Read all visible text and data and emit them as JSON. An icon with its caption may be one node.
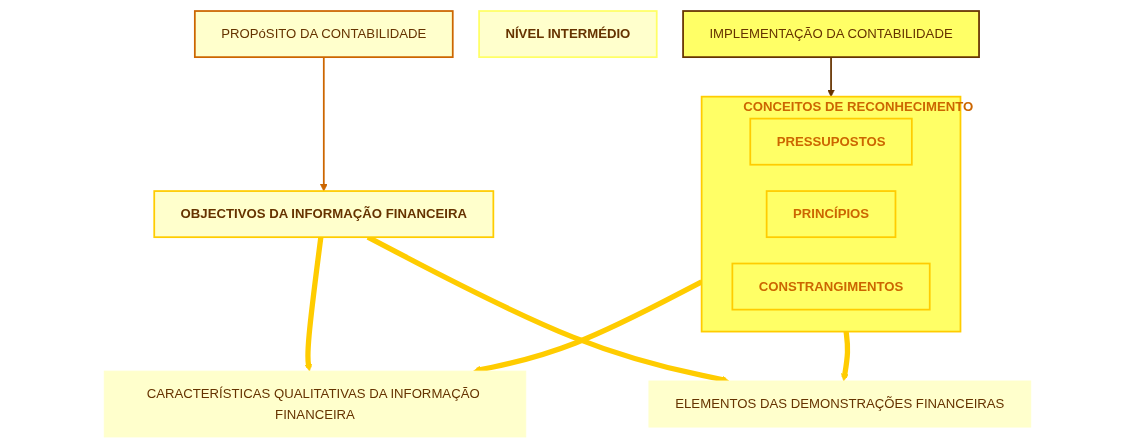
{
  "diagram": {
    "nodes": [
      {
        "text": [
          "CONCEITOS DE RECONHECIMENTO"
        ]
      },
      {
        "text": [
          "PRESSUPOSTOS"
        ],
        "in": 0
      },
      {
        "text": [
          "PRINCÍPIOS"
        ],
        "in": 0
      },
      {
        "text": [
          "CONSTRANGIMENTOS"
        ],
        "in": 0
      },
      {
        "text": [
          "IMPLEMENTAÇÃO DA CONTABILIDADE"
        ]
      },
      {
        "text": [
          "CARACTERÍSTICAS QUALITATIVAS DA INFORMAÇÃO FINANCEIRA"
        ]
      },
      {
        "text": [
          "ELEMENTOS DAS DEMONSTRAÇÕES FINANCEIRAS"
        ]
      },
      {
        "text": [
          "NÍVEL INTERMÉDIO"
        ]
      },
      {
        "text": [
          "OBJECTIVOS DA INFORMAÇÃO FINANCEIRA"
        ]
      },
      {
        "text": [
          "PROPóSITO DA CONTABILIDADE"
        ]
      }
    ],
    "edges": [
      {
        "from": 4,
        "to": 0,
        "arrow": "to",
        "color": "#663300"
      },
      {
        "from": 0,
        "to": 5,
        "arrow": "to"
      },
      {
        "from": 0,
        "to": 6,
        "arrow": "to"
      },
      {
        "from": 8,
        "to": 5,
        "arrow": "to"
      },
      {
        "from": 8,
        "to": 6,
        "arrow": "to"
      },
      {
        "from": 9,
        "to": 8,
        "arrow": "to",
        "color": "#cc6600"
      }
    ]
  }
}
